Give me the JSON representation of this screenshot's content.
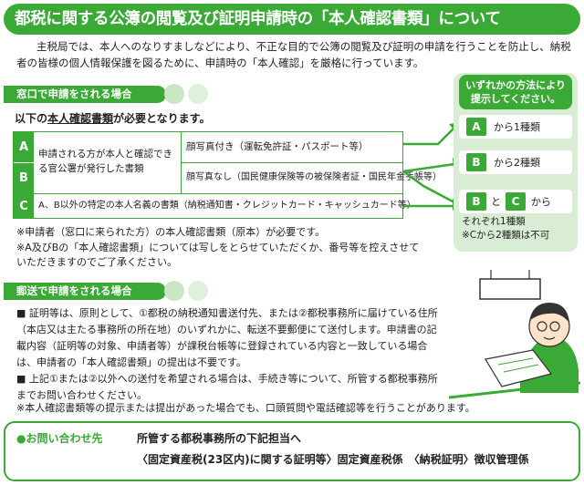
{
  "title": "都税に関する公簿の閲覧及び証明申請時の「本人確認書類」について",
  "intro": "主税局では、本人へのなりすましなどにより、不正な目的で公簿の閲覧及び証明の申請を行うことを防止し、納税者の皆様の個人情報保護を図るために、申請時の「本人確認」を厳格に行っています。",
  "counter": {
    "heading": "窓口で申請をされる場合",
    "required_prefix": "以下の",
    "required_underline": "本人確認書類",
    "required_suffix": "が必要となります。",
    "table": {
      "label_a": "A",
      "label_b": "B",
      "label_c": "C",
      "ab_desc": "申請される方が本人と確認できる官公署が発行した書類",
      "a_detail": "顔写真付き（運転免許証・パスポート等）",
      "b_detail": "顔写真なし（国民健康保険等の被保険者証・国民年金手帳等）",
      "c_desc": "A、B以外の特定の本人名義の書類（納税通知書・クレジットカード・キャッシュカード等）"
    },
    "note1": "※申請者（窓口に来られた方）の本人確認書類（原本）が必要です。",
    "note2": "※A及びBの「本人確認書類」については写しをとらせていただくか、番号等を控えさせていただきますのでご了承ください。"
  },
  "options": {
    "heading": "いずれかの方法により提示してください。",
    "opt1_tag": "A",
    "opt1_text": "から1種類",
    "opt2_tag": "B",
    "opt2_text": "から2種類",
    "opt3_tag1": "B",
    "opt3_mid": "と",
    "opt3_tag2": "C",
    "opt3_text": "から",
    "opt3_sub1": "それぞれ1種類",
    "opt3_sub2": "※Cから2種類は不可"
  },
  "mail": {
    "heading": "郵送で申請をされる場合",
    "bullet1": "■ 証明等は、原則として、①都税の納税通知書送付先、または②都税事務所に届けている住所（本店又は主たる事務所の所在地）のいずれかに、転送不要郵便にて送付します。申請書の記載内容（証明等の対象、申請者等）が課税台帳等に登録されている内容と一致している場合は、申請者の「本人確認書類」の提出は不要です。",
    "bullet2": "■ 上記①または②以外への送付を希望される場合は、手続き等について、所管する都税事務所までお問い合わせください。",
    "note": "※本人確認書類等の提示または提出があった場合でも、口頭質問や電話確認等を行うことがあります。"
  },
  "contact": {
    "label": "●お問い合わせ先",
    "line1": "所管する都税事務所の下記担当へ",
    "line2": "〈固定資産税(23区内)に関する証明等〉固定資産税係　〈納税証明〉徴収管理係"
  },
  "colors": {
    "accent": "#3aa935",
    "panel": "#d9edd4"
  }
}
